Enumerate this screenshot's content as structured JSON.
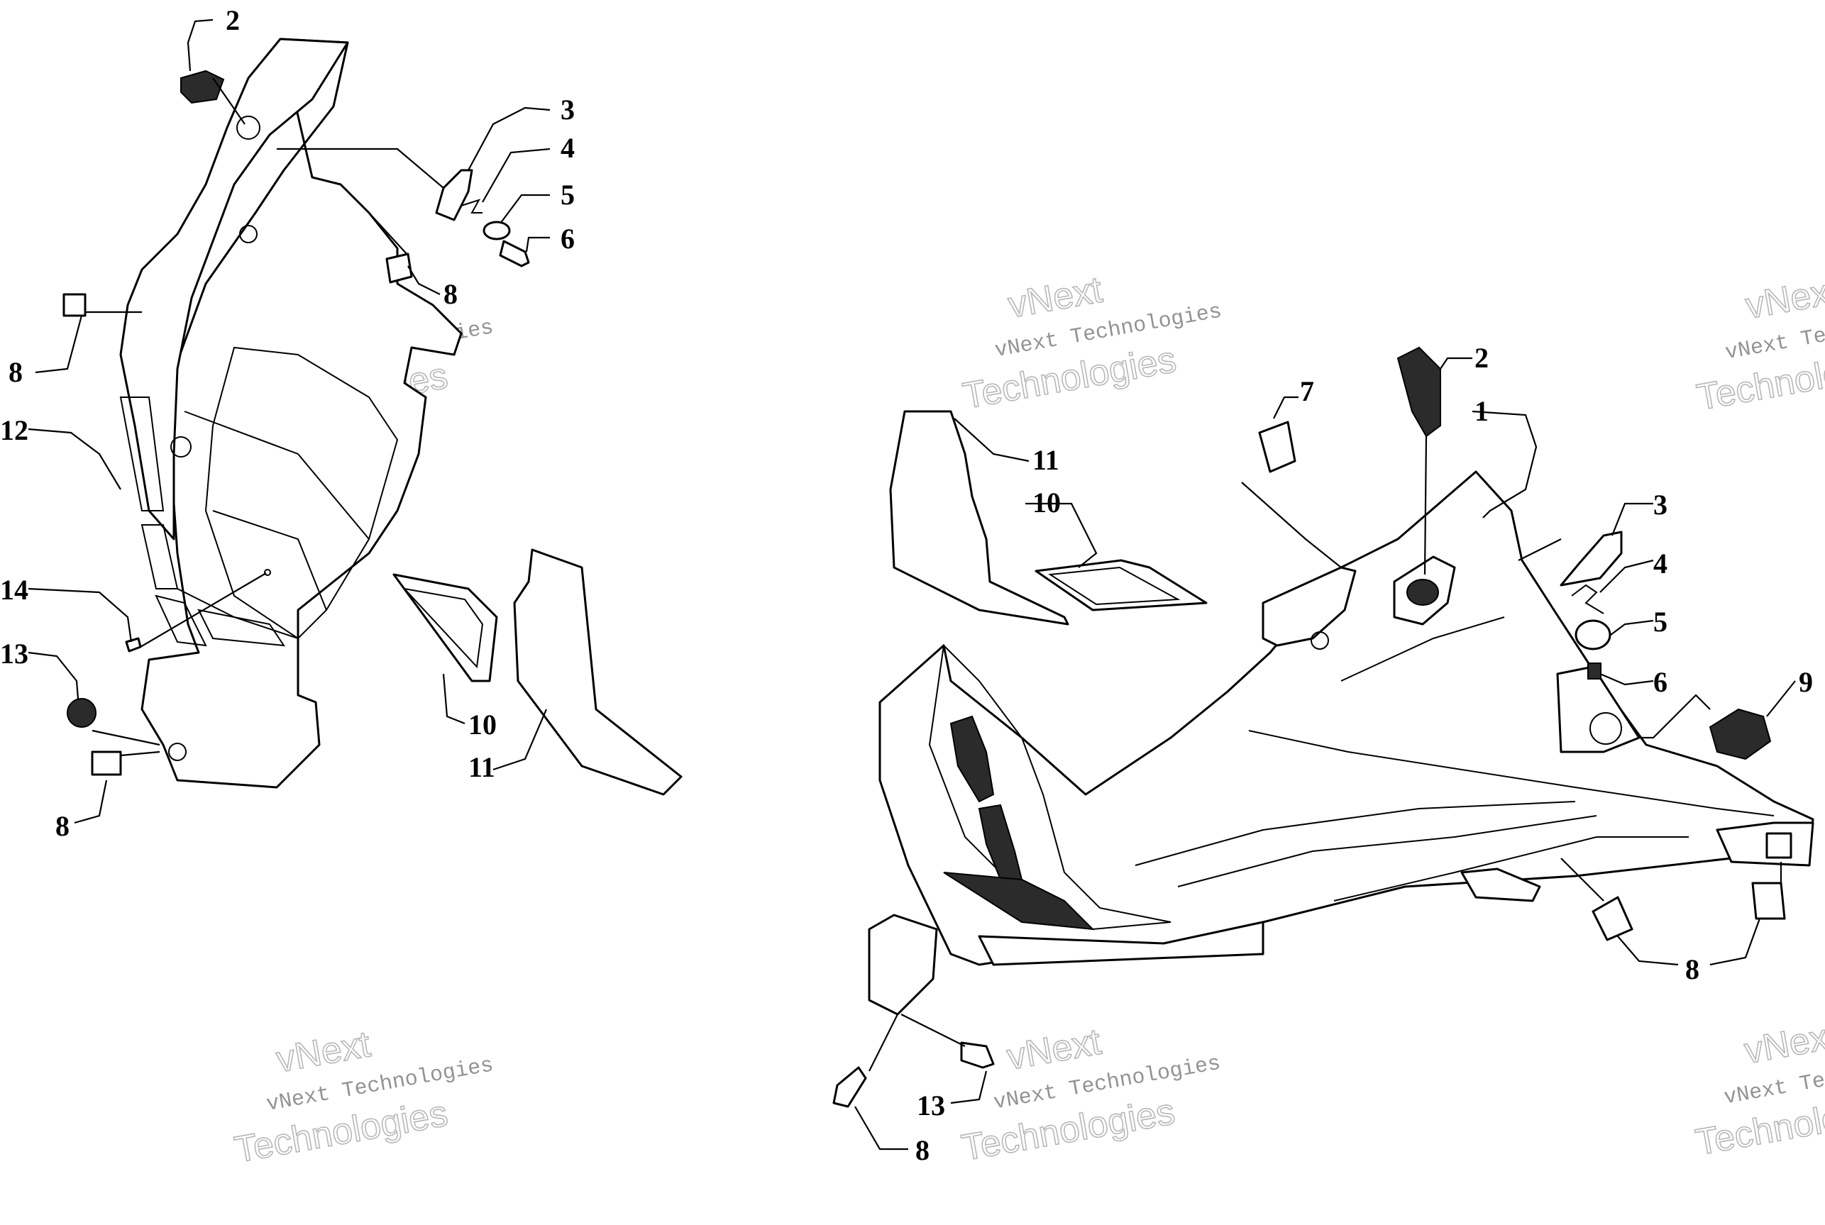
{
  "callouts": {
    "left": {
      "c2": "2",
      "c3": "3",
      "c4": "4",
      "c5": "5",
      "c6": "6",
      "c8a": "8",
      "c8b": "8",
      "c8c": "8",
      "c10": "10",
      "c11": "11",
      "c12": "12",
      "c13": "13",
      "c14": "14"
    },
    "right": {
      "c1": "1",
      "c2": "2",
      "c3": "3",
      "c4": "4",
      "c5": "5",
      "c6": "6",
      "c7": "7",
      "c8a": "8",
      "c8b": "8",
      "c9": "9",
      "c10": "10",
      "c11": "11",
      "c13": "13"
    }
  },
  "watermark": {
    "brand": "vNext",
    "line": "vNext Technologies",
    "word": "Technologies"
  }
}
